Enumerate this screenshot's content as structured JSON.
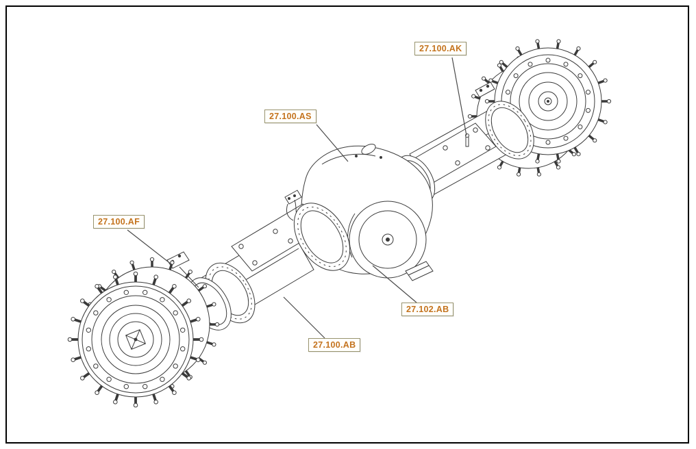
{
  "figure": {
    "callouts": [
      {
        "label": "27.100.AK"
      },
      {
        "label": "27.100.AS"
      },
      {
        "label": "27.100.AF"
      },
      {
        "label": "27.102.AB"
      },
      {
        "label": "27.100.AB"
      }
    ],
    "colors": {
      "line": "#3a3a3a",
      "callout_text": "#c4731e",
      "callout_border": "#98936e",
      "frame": "#000000",
      "background": "#ffffff"
    }
  }
}
